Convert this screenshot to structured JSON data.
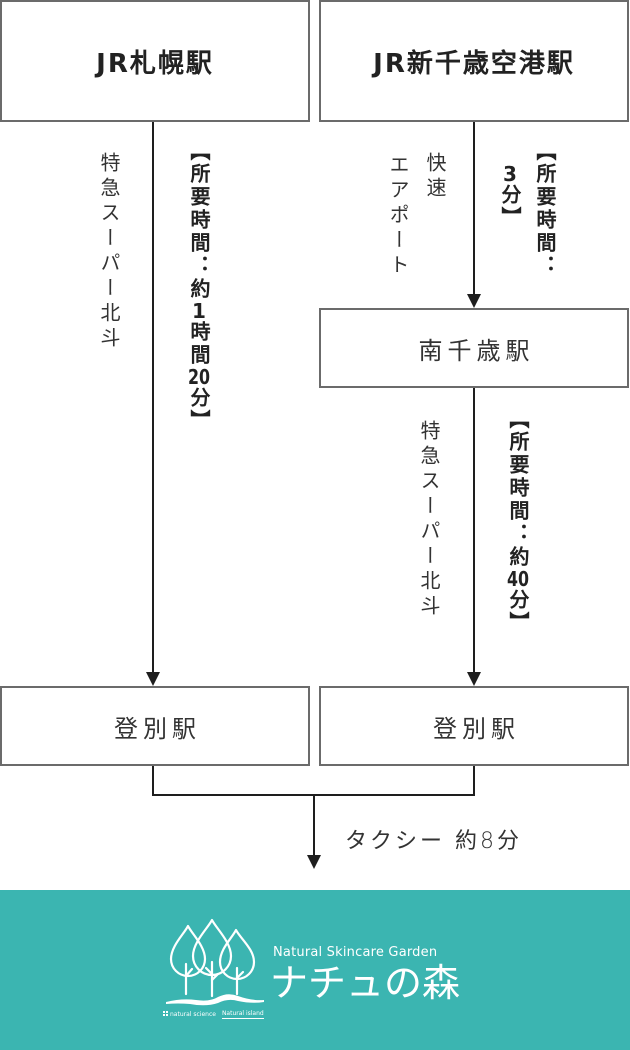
{
  "routes": {
    "left": {
      "origin": "JR札幌駅",
      "train_name": "特急スーパー北斗",
      "duration_parts": [
        "【所要時間：約",
        "1",
        "時間",
        "20",
        "分】"
      ],
      "destination": "登別駅"
    },
    "right": {
      "origin": "JR新千歳空港駅",
      "leg1": {
        "train_name_lines": [
          "快速",
          "エアポート"
        ],
        "duration_col1": "【所要時間：",
        "duration_col2_parts": [
          "3",
          "分】"
        ]
      },
      "transfer_station": "南千歳駅",
      "leg2": {
        "train_name": "特急スーパー北斗",
        "duration_parts": [
          "【所要時間：約",
          "40",
          "分】"
        ]
      },
      "destination": "登別駅"
    }
  },
  "final_leg": {
    "label": "タクシー 約8分"
  },
  "footer": {
    "brand_tagline": "Natural Skincare Garden",
    "brand_name": "ナチュの森",
    "sub_brands": [
      "natural science",
      "Natural island"
    ],
    "icon": "three-trees-logo-icon"
  },
  "colors": {
    "box_border": "#6b6b6b",
    "arrow": "#1e1e1e",
    "text": "#333333",
    "footer_background": "#3bb5b1",
    "footer_text": "#ffffff"
  }
}
